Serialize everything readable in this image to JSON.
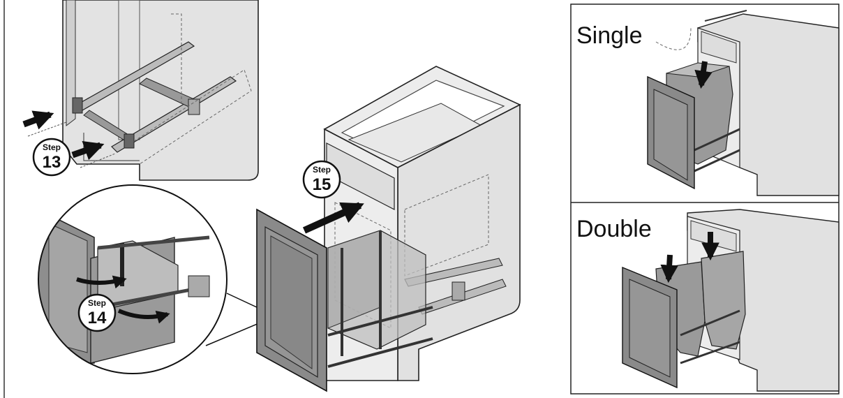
{
  "steps": [
    {
      "word": "Step",
      "number": "13"
    },
    {
      "word": "Step",
      "number": "14"
    },
    {
      "word": "Step",
      "number": "15"
    }
  ],
  "panels": {
    "single_label": "Single",
    "double_label": "Double"
  },
  "colors": {
    "cabinet_fill": "#e1e1e1",
    "door_fill": "#8a8a8a",
    "bin_fill": "#9a9a9a",
    "line": "#1a1a1a",
    "arrow": "#111111"
  }
}
